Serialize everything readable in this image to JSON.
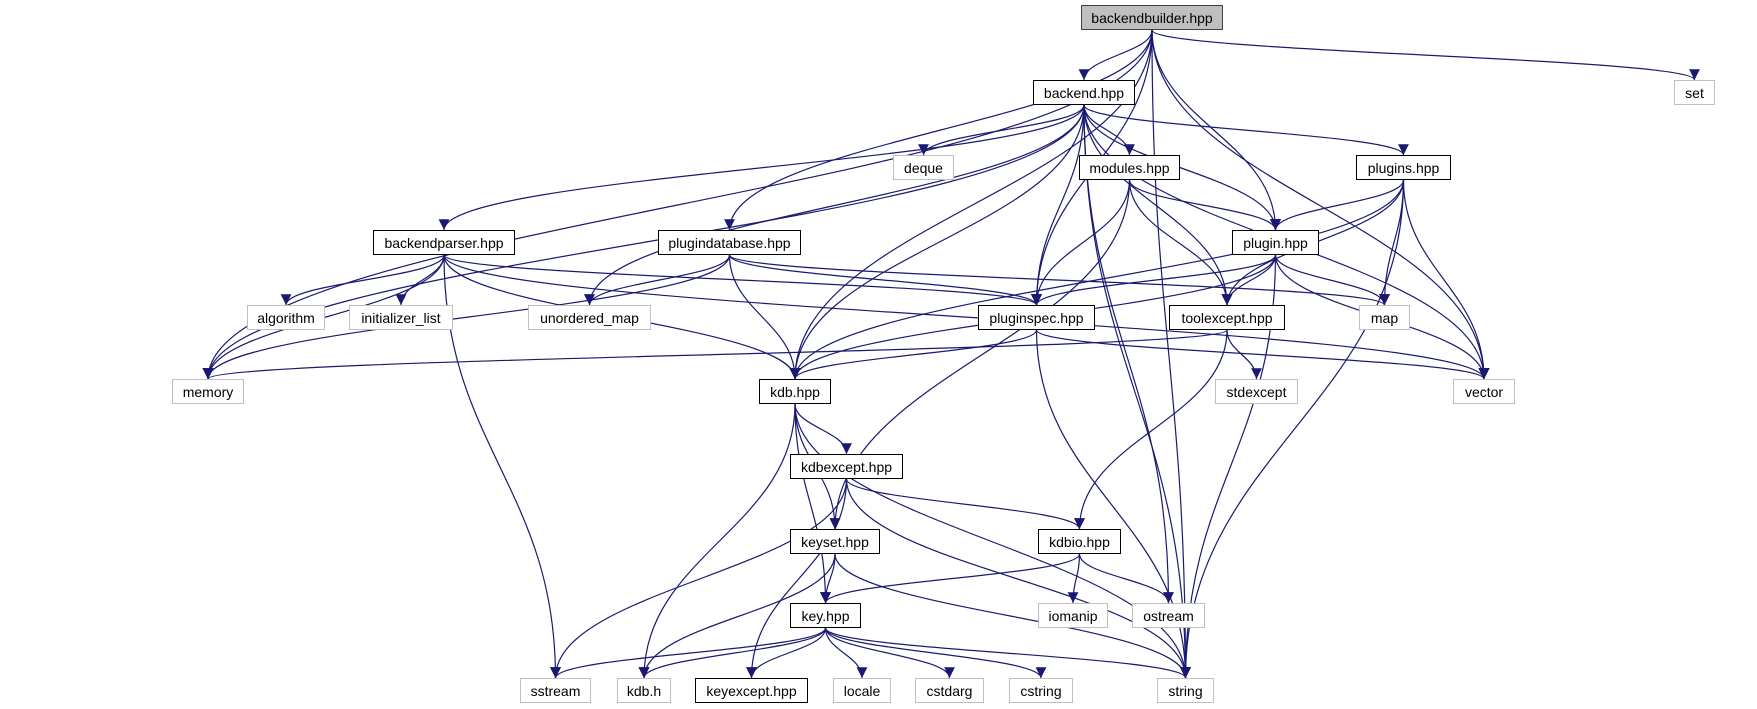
{
  "diagram": {
    "title": "backendbuilder.hpp include dependency graph",
    "edge_color": "#191970",
    "root_fill": "#bfbfbf",
    "nodes": [
      {
        "id": "backendbuilder",
        "label": "backendbuilder.hpp",
        "kind": "root"
      },
      {
        "id": "backend",
        "label": "backend.hpp",
        "kind": "documented"
      },
      {
        "id": "set",
        "label": "set",
        "kind": "external"
      },
      {
        "id": "deque",
        "label": "deque",
        "kind": "external"
      },
      {
        "id": "modules",
        "label": "modules.hpp",
        "kind": "documented"
      },
      {
        "id": "plugins",
        "label": "plugins.hpp",
        "kind": "documented"
      },
      {
        "id": "backendparser",
        "label": "backendparser.hpp",
        "kind": "documented"
      },
      {
        "id": "plugindatabase",
        "label": "plugindatabase.hpp",
        "kind": "documented"
      },
      {
        "id": "plugin",
        "label": "plugin.hpp",
        "kind": "documented"
      },
      {
        "id": "algorithm",
        "label": "algorithm",
        "kind": "external"
      },
      {
        "id": "initializer_list",
        "label": "initializer_list",
        "kind": "external"
      },
      {
        "id": "unordered_map",
        "label": "unordered_map",
        "kind": "external"
      },
      {
        "id": "pluginspec",
        "label": "pluginspec.hpp",
        "kind": "documented"
      },
      {
        "id": "toolexcept",
        "label": "toolexcept.hpp",
        "kind": "documented"
      },
      {
        "id": "map",
        "label": "map",
        "kind": "external"
      },
      {
        "id": "memory",
        "label": "memory",
        "kind": "external"
      },
      {
        "id": "kdb_hpp",
        "label": "kdb.hpp",
        "kind": "documented"
      },
      {
        "id": "stdexcept",
        "label": "stdexcept",
        "kind": "external"
      },
      {
        "id": "vector",
        "label": "vector",
        "kind": "external"
      },
      {
        "id": "kdbexcept",
        "label": "kdbexcept.hpp",
        "kind": "documented"
      },
      {
        "id": "keyset",
        "label": "keyset.hpp",
        "kind": "documented"
      },
      {
        "id": "kdbio",
        "label": "kdbio.hpp",
        "kind": "documented"
      },
      {
        "id": "key",
        "label": "key.hpp",
        "kind": "documented"
      },
      {
        "id": "iomanip",
        "label": "iomanip",
        "kind": "external"
      },
      {
        "id": "ostream",
        "label": "ostream",
        "kind": "external"
      },
      {
        "id": "sstream",
        "label": "sstream",
        "kind": "external"
      },
      {
        "id": "kdb_h",
        "label": "kdb.h",
        "kind": "external"
      },
      {
        "id": "keyexcept",
        "label": "keyexcept.hpp",
        "kind": "documented"
      },
      {
        "id": "locale",
        "label": "locale",
        "kind": "external"
      },
      {
        "id": "cstdarg",
        "label": "cstdarg",
        "kind": "external"
      },
      {
        "id": "cstring",
        "label": "cstring",
        "kind": "external"
      },
      {
        "id": "string",
        "label": "string",
        "kind": "external"
      }
    ],
    "edges": [
      [
        "backendbuilder",
        "backend"
      ],
      [
        "backendbuilder",
        "set"
      ],
      [
        "backendbuilder",
        "memory"
      ],
      [
        "backendbuilder",
        "kdb_hpp"
      ],
      [
        "backendbuilder",
        "plugindatabase"
      ],
      [
        "backendbuilder",
        "pluginspec"
      ],
      [
        "backendbuilder",
        "plugin"
      ],
      [
        "backendbuilder",
        "vector"
      ],
      [
        "backendbuilder",
        "string"
      ],
      [
        "backend",
        "backendparser"
      ],
      [
        "backend",
        "memory"
      ],
      [
        "backend",
        "unordered_map"
      ],
      [
        "backend",
        "kdb_hpp"
      ],
      [
        "backend",
        "deque"
      ],
      [
        "backend",
        "pluginspec"
      ],
      [
        "backend",
        "modules"
      ],
      [
        "backend",
        "toolexcept"
      ],
      [
        "backend",
        "plugin"
      ],
      [
        "backend",
        "plugins"
      ],
      [
        "backend",
        "vector"
      ],
      [
        "backend",
        "ostream"
      ],
      [
        "backend",
        "string"
      ],
      [
        "modules",
        "keyset"
      ],
      [
        "modules",
        "pluginspec"
      ],
      [
        "modules",
        "plugin"
      ],
      [
        "modules",
        "toolexcept"
      ],
      [
        "plugins",
        "kdb_hpp"
      ],
      [
        "plugins",
        "plugin"
      ],
      [
        "plugins",
        "toolexcept"
      ],
      [
        "plugins",
        "map"
      ],
      [
        "plugins",
        "vector"
      ],
      [
        "plugins",
        "string"
      ],
      [
        "backendparser",
        "memory"
      ],
      [
        "backendparser",
        "algorithm"
      ],
      [
        "backendparser",
        "initializer_list"
      ],
      [
        "backendparser",
        "kdb_hpp"
      ],
      [
        "backendparser",
        "pluginspec"
      ],
      [
        "backendparser",
        "vector"
      ],
      [
        "backendparser",
        "sstream"
      ],
      [
        "plugindatabase",
        "unordered_map"
      ],
      [
        "plugindatabase",
        "memory"
      ],
      [
        "plugindatabase",
        "kdb_hpp"
      ],
      [
        "plugindatabase",
        "pluginspec"
      ],
      [
        "plugindatabase",
        "map"
      ],
      [
        "plugin",
        "pluginspec"
      ],
      [
        "plugin",
        "toolexcept"
      ],
      [
        "plugin",
        "map"
      ],
      [
        "plugin",
        "vector"
      ],
      [
        "plugin",
        "kdb_hpp"
      ],
      [
        "plugin",
        "string"
      ],
      [
        "pluginspec",
        "kdb_hpp"
      ],
      [
        "pluginspec",
        "vector"
      ],
      [
        "pluginspec",
        "string"
      ],
      [
        "toolexcept",
        "memory"
      ],
      [
        "toolexcept",
        "stdexcept"
      ],
      [
        "toolexcept",
        "kdbio"
      ],
      [
        "kdb_hpp",
        "kdbexcept"
      ],
      [
        "kdb_hpp",
        "keyset"
      ],
      [
        "kdb_hpp",
        "key"
      ],
      [
        "kdb_hpp",
        "kdb_h"
      ],
      [
        "kdb_hpp",
        "string"
      ],
      [
        "kdbexcept",
        "kdbio"
      ],
      [
        "kdbexcept",
        "sstream"
      ],
      [
        "kdbexcept",
        "keyexcept"
      ],
      [
        "kdbexcept",
        "string"
      ],
      [
        "keyset",
        "key"
      ],
      [
        "keyset",
        "kdb_h"
      ],
      [
        "keyset",
        "string"
      ],
      [
        "kdbio",
        "key"
      ],
      [
        "kdbio",
        "iomanip"
      ],
      [
        "kdbio",
        "ostream"
      ],
      [
        "key",
        "sstream"
      ],
      [
        "key",
        "kdb_h"
      ],
      [
        "key",
        "keyexcept"
      ],
      [
        "key",
        "locale"
      ],
      [
        "key",
        "cstdarg"
      ],
      [
        "key",
        "cstring"
      ],
      [
        "key",
        "string"
      ]
    ]
  }
}
